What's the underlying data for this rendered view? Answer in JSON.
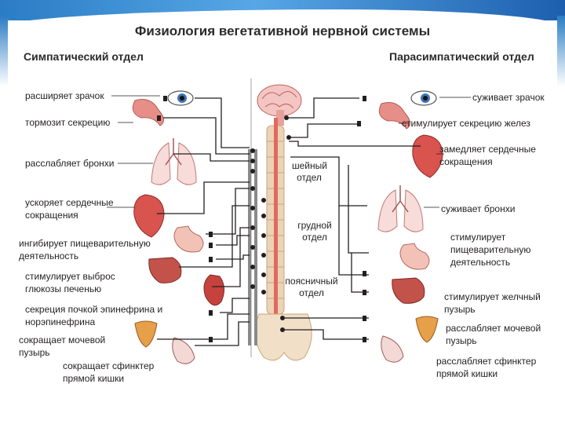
{
  "title": "Физиология вегетативной нервной системы",
  "sympathetic": {
    "header": "Симпатический отдел",
    "effects": [
      "расширяет зрачок",
      "тормозит секрецию",
      "расслабляет бронхи",
      "ускоряет сердечные сокращения",
      "ингибирует пищеварительную деятельность",
      "стимулирует выброс глюкозы печенью",
      "секреция почкой эпинефрина и норэпинефрина",
      "сокращает мочевой пузырь",
      "сокращает сфинктер прямой кишки"
    ]
  },
  "parasympathetic": {
    "header": "Парасимпатический отдел",
    "effects": [
      "суживает зрачок",
      "стимулирует секрецию желез",
      "замедляет сердечные сокращения",
      "суживает бронхи",
      "стимулирует пищеварительную деятельность",
      "стимулирует желчный пузырь",
      "расслабляет мочевой пузырь",
      "расслабляет сфинктер прямой кишки"
    ]
  },
  "spine_regions": [
    "шейный отдел",
    "грудной отдел",
    "поясничный отдел"
  ],
  "colors": {
    "accent": "#2a7cc4",
    "organ": "#d9534f",
    "bone": "#e8c9a8",
    "nerve": "#231f20"
  }
}
